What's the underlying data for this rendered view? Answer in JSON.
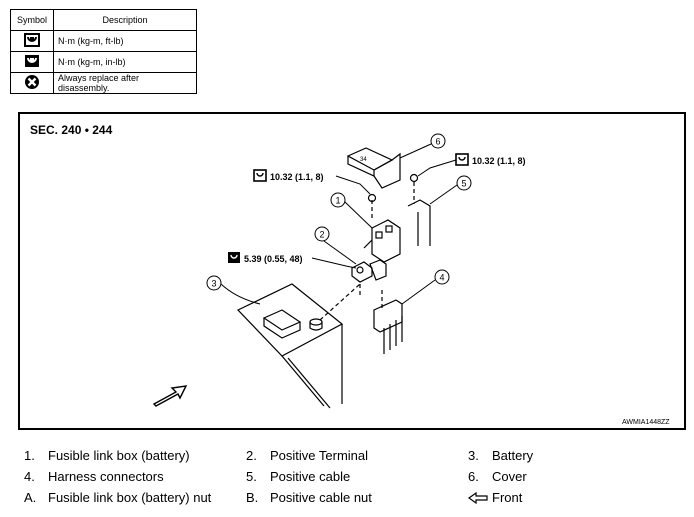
{
  "symbol_table": {
    "header": {
      "symbol": "Symbol",
      "description": "Description"
    },
    "rows": [
      {
        "icon": "torque-wrench-icon",
        "description": "N·m (kg-m, ft-lb)"
      },
      {
        "icon": "torque-wrench-dark-icon",
        "description": "N·m (kg-m, in-lb)"
      },
      {
        "icon": "always-replace-icon",
        "description": "Always replace after disassembly."
      }
    ]
  },
  "diagram": {
    "section": "SEC. 240 • 244",
    "torques": [
      {
        "value": "10.32 (1.1, 8)"
      },
      {
        "value": "10.32 (1.1, 8)"
      },
      {
        "value": "5.39 (0.55, 48)"
      }
    ],
    "callouts": [
      "1",
      "2",
      "3",
      "4",
      "5",
      "6"
    ],
    "cover_marking": "34",
    "code": "AWMIA1448ZZ"
  },
  "legend": [
    {
      "key": "1.",
      "label": "Fusible link box (battery)"
    },
    {
      "key": "2.",
      "label": "Positive Terminal"
    },
    {
      "key": "3.",
      "label": "Battery"
    },
    {
      "key": "4.",
      "label": "Harness connectors"
    },
    {
      "key": "5.",
      "label": "Positive cable"
    },
    {
      "key": "6.",
      "label": "Cover"
    },
    {
      "key": "A.",
      "label": "Fusible link box (battery) nut"
    },
    {
      "key": "B.",
      "label": "Positive cable nut"
    },
    {
      "key": "front-arrow-icon",
      "label": "Front"
    }
  ]
}
